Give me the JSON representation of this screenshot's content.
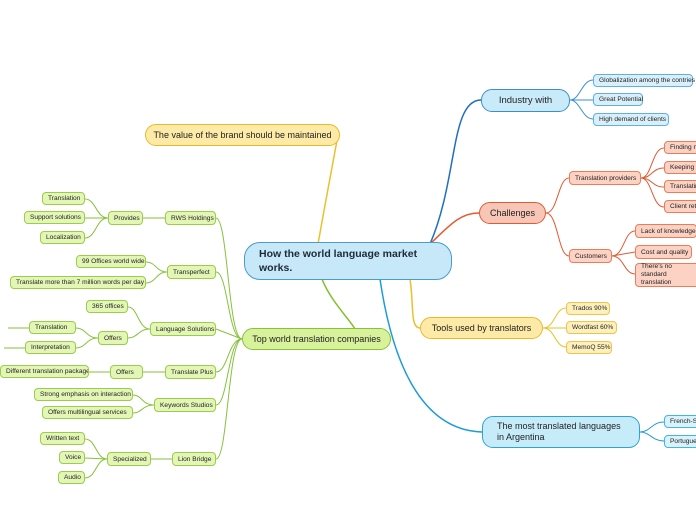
{
  "central": "How the world language market works.",
  "brand": "The value of the brand should be maintained",
  "industry": {
    "label": "Industry with",
    "items": [
      "Globalization among the contries",
      "Great Potential",
      "High demand of clients"
    ]
  },
  "challenges": {
    "label": "Challenges",
    "providers": {
      "label": "Translation providers",
      "items": [
        "Finding ne",
        "Keeping c",
        "Translatin",
        "Client rete"
      ]
    },
    "customers": {
      "label": "Customers",
      "items": [
        "Lack of knowledge",
        "Cost and quality",
        "There's no standard translation"
      ]
    }
  },
  "tools": {
    "label": "Tools  used by translators",
    "items": [
      "Trados 90%",
      "Wordfast 60%",
      "MemoQ 55%"
    ]
  },
  "languages": {
    "label": "The most translated languages in Argentina",
    "items": [
      "French-Sp",
      "Portugues"
    ]
  },
  "companies": {
    "label": "Top world translation companies",
    "rws": {
      "label": "RWS Holdings",
      "provides": "Provides",
      "items": [
        "Translation",
        "Support solutions",
        "Localization"
      ]
    },
    "transperfect": {
      "label": "Transperfect",
      "items": [
        "99 Offices world wide",
        "Translate more than 7 million words per day"
      ]
    },
    "language_solutions": {
      "label": "Language Solutions",
      "offices": "365 offices",
      "offers": "Offers",
      "items": [
        "Translation",
        "Interpretation"
      ]
    },
    "translate_plus": {
      "label": "Translate Plus",
      "offers": "Offers",
      "items": [
        "Different translation packages"
      ]
    },
    "keywords": {
      "label": "Keywords Studios",
      "items": [
        "Strong emphasis on interaction",
        "Offers multilingual services"
      ]
    },
    "lionbridge": {
      "label": "Lion Bridge",
      "specialized": "Specialized",
      "items": [
        "Written text",
        "Voice",
        "Audio"
      ]
    }
  },
  "colors": {
    "blue": "#1f6fbf",
    "red": "#e05a32",
    "yellow": "#e8c22a",
    "green": "#7fbf2a",
    "cyan": "#1b9bd8"
  }
}
